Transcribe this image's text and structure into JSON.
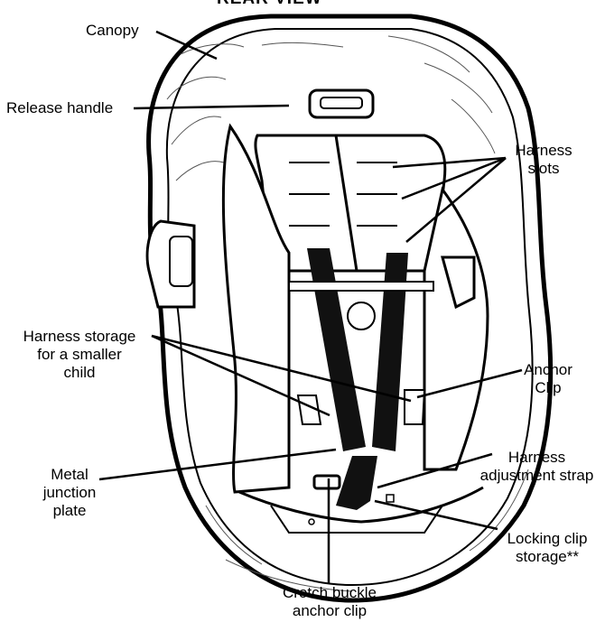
{
  "title": "REAR VIEW",
  "labels": {
    "canopy": "Canopy",
    "release_handle": "Release handle",
    "harness_slots": [
      "Harness",
      "slots"
    ],
    "harness_storage": [
      "Harness storage",
      "for a smaller",
      "child"
    ],
    "anchor_clip": [
      "Anchor",
      "Clip"
    ],
    "metal_junction": [
      "Metal",
      "junction",
      "plate"
    ],
    "harness_adjustment": [
      "Harness",
      "adjustment strap"
    ],
    "locking_clip": [
      "Locking clip",
      "storage**"
    ],
    "crotch_buckle": [
      "Crotch buckle",
      "anchor clip"
    ]
  }
}
